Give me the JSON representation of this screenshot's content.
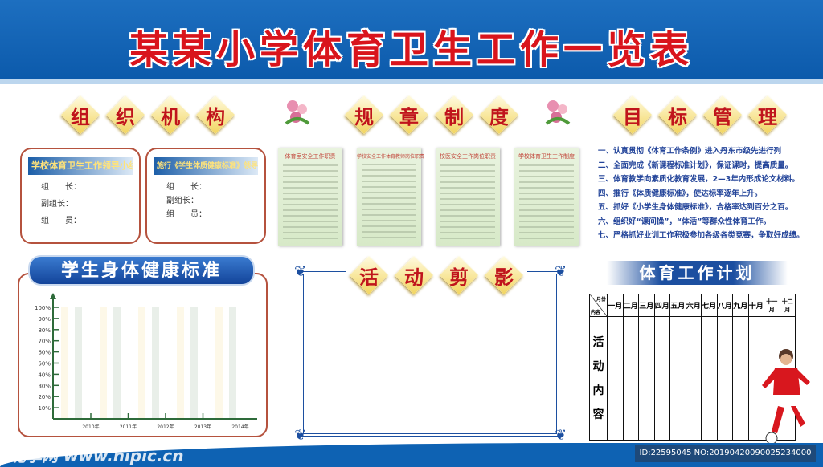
{
  "title": "某某小学体育卫生工作一览表",
  "sections": {
    "org": [
      "组",
      "织",
      "机",
      "构"
    ],
    "rules": [
      "规",
      "章",
      "制",
      "度"
    ],
    "goals": [
      "目",
      "标",
      "管",
      "理"
    ],
    "activities": [
      "活",
      "动",
      "剪",
      "影"
    ]
  },
  "org_boxes": [
    {
      "heading": "学校体育卫生工作领导小组",
      "lines": [
        "组　　长：",
        "副组长：",
        "组　　员："
      ]
    },
    {
      "heading": "施行《学生体质健康标准》领导小组",
      "lines": [
        "组　　长：",
        "副组长：",
        "组　　员："
      ]
    }
  ],
  "rule_cards": [
    "体育室安全工作职责",
    "学校安全工作体育教师岗位职责",
    "校医安全工作岗位职责",
    "学校体育卫生工作制度"
  ],
  "goals_list": [
    "一、认真贯彻《体育工作条例》进入丹东市级先进行列",
    "二、全面完成《新课程标准计划》，保证课时，提高质量。",
    "三、体育教学向素质化教育发展，2—3年内形成论文材料。",
    "四、推行《体质健康标准》，使达标率逐年上升。",
    "五、抓好《小学生身体健康标准》，合格率达到百分之百。",
    "六、组织好“课间操”，“体活”等群众性体育工作。",
    "七、严格抓好业训工作积极参加各级各类竞赛，争取好成绩。"
  ],
  "health_banner": "学生身体健康标准",
  "plan_banner": "体育工作计划",
  "plan_table": {
    "corner_top": "月份",
    "corner_bottom": "内容",
    "months": [
      "一月",
      "二月",
      "三月",
      "四月",
      "五月",
      "六月",
      "七月",
      "八月",
      "九月",
      "十月",
      "十一月",
      "十二月"
    ],
    "row_label": [
      "活",
      "动",
      "内",
      "容"
    ]
  },
  "chart_data": {
    "type": "bar",
    "categories": [
      "2010年",
      "2011年",
      "2012年",
      "2013年",
      "2014年"
    ],
    "yticks": [
      "10%",
      "20%",
      "30%",
      "40%",
      "50%",
      "60%",
      "70%",
      "80%",
      "90%",
      "100%"
    ],
    "ylim": [
      0,
      100
    ],
    "values": [],
    "colors": {
      "axis": "#2e6b3a",
      "bar_a": "#fdf8e8",
      "bar_b": "#e9efe9"
    }
  },
  "watermark": {
    "logo": "昵享网 www.nipic.cn",
    "id": "ID:22595045 NO:20190420090025234000"
  }
}
